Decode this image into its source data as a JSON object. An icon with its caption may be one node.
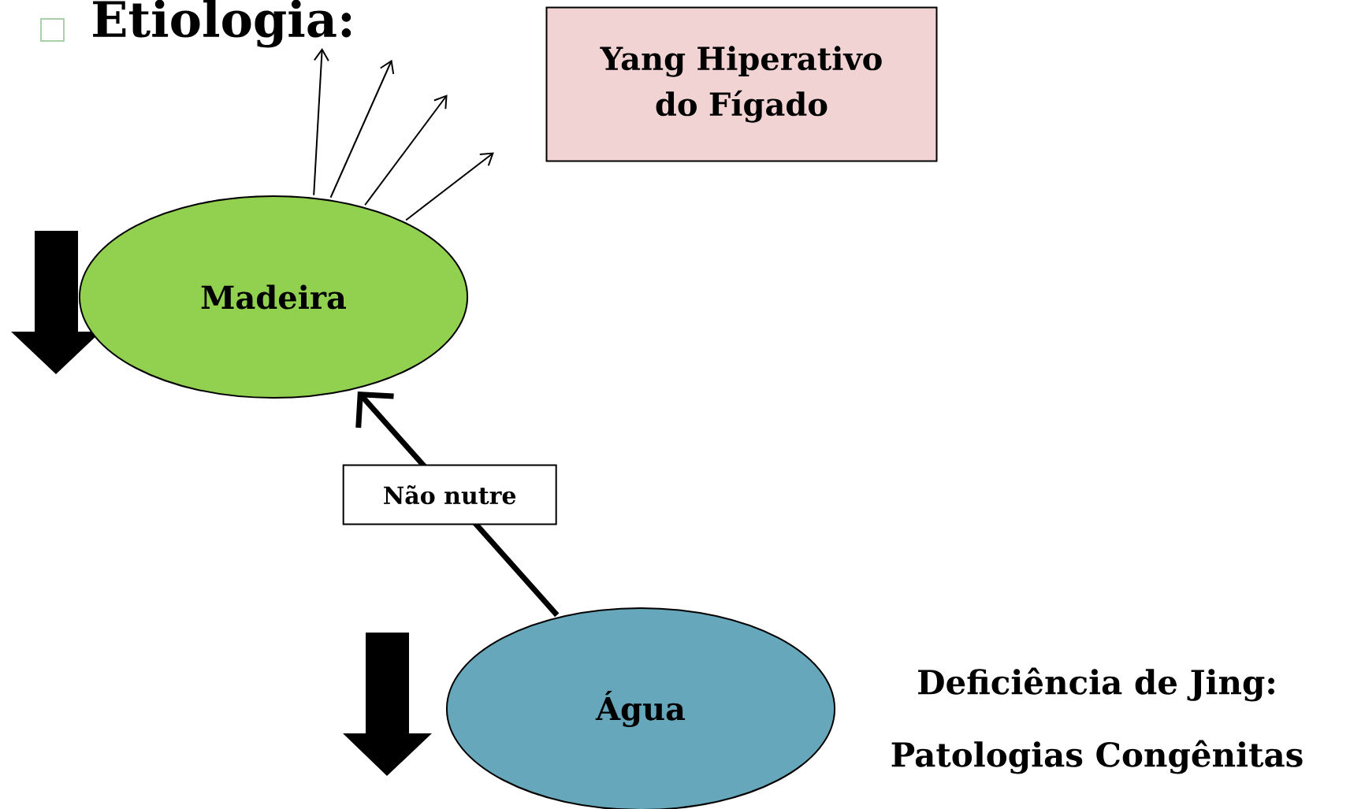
{
  "diagram": {
    "title": "Etiologia:",
    "nodes": [
      {
        "text": [
          "Yang Hiperativo do Fígado"
        ]
      },
      {
        "text": [
          "Madeira"
        ]
      },
      {
        "text": [
          "Água"
        ]
      }
    ],
    "edges": [
      {
        "from": 1,
        "to": null,
        "arrow": "to"
      },
      {
        "from": 1,
        "to": null,
        "arrow": "to"
      },
      {
        "from": 1,
        "to": null,
        "arrow": "to"
      },
      {
        "from": 1,
        "to": null,
        "arrow": "to"
      },
      {
        "from": 2,
        "to": 1,
        "arrow": "to",
        "label": "Não nutre",
        "style": "thick"
      }
    ],
    "labels": [
      "Deficiência de Jing:",
      "Patologias Congênitas"
    ]
  }
}
